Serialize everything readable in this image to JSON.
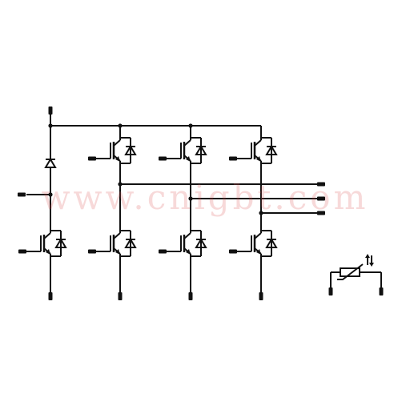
{
  "watermark": {
    "text": "www.cnigbt.com",
    "color": "#e06060"
  },
  "diagram": {
    "kind": "circuit-schematic",
    "line_color": "#111111",
    "components": [
      {
        "name": "brake-diode",
        "icon": "diode-icon"
      },
      {
        "name": "brake-igbt",
        "icon": "igbt-icon"
      },
      {
        "name": "phase-1-high-igbt",
        "icon": "igbt-icon"
      },
      {
        "name": "phase-1-low-igbt",
        "icon": "igbt-icon"
      },
      {
        "name": "phase-2-high-igbt",
        "icon": "igbt-icon"
      },
      {
        "name": "phase-2-low-igbt",
        "icon": "igbt-icon"
      },
      {
        "name": "phase-3-high-igbt",
        "icon": "igbt-icon"
      },
      {
        "name": "phase-3-low-igbt",
        "icon": "igbt-icon"
      },
      {
        "name": "ntc-thermistor",
        "icon": "thermistor-icon"
      }
    ]
  }
}
